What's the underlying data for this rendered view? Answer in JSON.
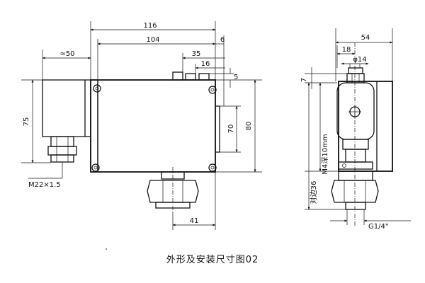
{
  "caption": "外形及安装尺寸图02",
  "front_view": {
    "dim_116": "116",
    "dim_104": "104",
    "dim_6": "6",
    "dim_50": "≈50",
    "dim_35": "35",
    "dim_16": "16",
    "dim_5": "5",
    "dim_75": "75",
    "dim_70": "70",
    "dim_80": "80",
    "dim_41": "41",
    "thread_label": "M22×1.5"
  },
  "side_view": {
    "dim_54": "54",
    "dim_18": "18",
    "dim_phi14": "φ14",
    "dim_7": "7",
    "dim_m4": "M4深10mm",
    "dim_36": "对边36",
    "thread_label": "G1/4\""
  }
}
